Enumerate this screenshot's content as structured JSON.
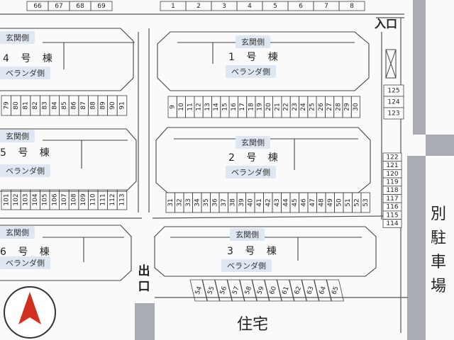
{
  "lot_numbers": {
    "top_left": [
      "66",
      "67",
      "68",
      "69"
    ],
    "top_right": [
      "1",
      "2",
      "3",
      "4",
      "5",
      "6",
      "7",
      "8"
    ],
    "bldg1_row": [
      "9",
      "10",
      "11",
      "12",
      "13",
      "14",
      "15",
      "16",
      "17",
      "18",
      "19",
      "20",
      "21",
      "22",
      "23",
      "24",
      "25",
      "26",
      "27",
      "28",
      "29",
      "30"
    ],
    "bldg2_row": [
      "31",
      "32",
      "33",
      "34",
      "35",
      "36",
      "37",
      "38",
      "39",
      "40",
      "41",
      "42",
      "43",
      "44",
      "45",
      "46",
      "47",
      "48",
      "49",
      "50",
      "51",
      "52",
      "53"
    ],
    "bldg3_row": [
      "54",
      "55",
      "56",
      "57",
      "58",
      "59",
      "60",
      "61",
      "62",
      "63",
      "64",
      "65"
    ],
    "bldg4_row": [
      "79",
      "80",
      "81",
      "82",
      "83",
      "84",
      "85",
      "86",
      "87",
      "88",
      "89",
      "90",
      "91"
    ],
    "bldg5_row": [
      "101",
      "102",
      "103",
      "104",
      "105",
      "106",
      "107",
      "108",
      "109",
      "110",
      "111",
      "112",
      "113"
    ],
    "right_upper": [
      "125",
      "124",
      "123"
    ],
    "right_lower": [
      "122",
      "121",
      "120",
      "119",
      "118",
      "117",
      "116",
      "115",
      "114"
    ]
  },
  "buildings": [
    {
      "name": "4 号 棟",
      "front": "玄関側",
      "back": "ベランダ側"
    },
    {
      "name": "1 号 棟",
      "front": "玄関側",
      "back": "ベランダ側"
    },
    {
      "name": "5 号 棟",
      "front": "玄関側",
      "back": "ベランダ側"
    },
    {
      "name": "2 号 棟",
      "front": "玄関側",
      "back": "ベランダ側"
    },
    {
      "name": "6 号 棟",
      "front": "玄関側",
      "back": "ベランダ側"
    },
    {
      "name": "3 号 棟",
      "front": "玄関側",
      "back": "ベランダ側"
    }
  ],
  "labels": {
    "entrance": "入口",
    "exit": "出口",
    "housing": "住宅",
    "separate_parking": "別駐車場"
  },
  "colors": {
    "road": "#a9adb3",
    "pill_bg": "#dfe8f2",
    "north_arrow": "#d32f1f"
  },
  "icons": {
    "north_arrow": "north-arrow-icon"
  }
}
